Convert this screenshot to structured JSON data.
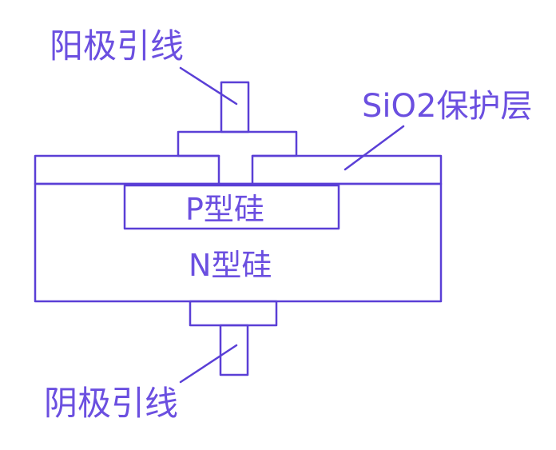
{
  "colors": {
    "stroke": "#5a3fd6",
    "text": "#6b4fe0",
    "background": "#ffffff"
  },
  "labels": {
    "anode_lead": "阳极引线",
    "cathode_lead": "阴极引线",
    "sio2_layer": "SiO2保护层",
    "p_silicon": "P型硅",
    "n_silicon": "N型硅"
  }
}
